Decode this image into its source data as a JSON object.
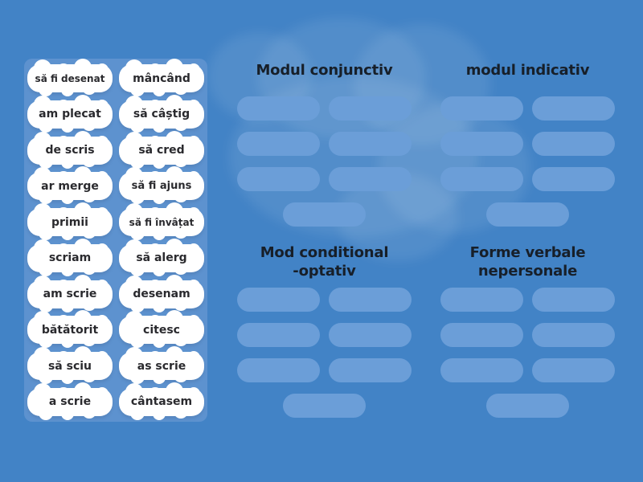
{
  "activity": {
    "type": "group-sort",
    "instructional_context": "Romanian verb moods sorting game"
  },
  "colors": {
    "sky": "#4283c6",
    "panel": "#5d92cf",
    "slot": "#6b9ed8",
    "tile": "#ffffff",
    "header_text": "#171f29",
    "tile_text": "#2a2a2e"
  },
  "word_bank": {
    "column1": [
      "să fi desenat",
      "am plecat",
      "de scris",
      "ar merge",
      "primii",
      "scriam",
      "am scrie",
      "bătătorit",
      "să sciu",
      "a scrie"
    ],
    "column2": [
      "mâncând",
      "să câștig",
      "să cred",
      "să fi ajuns",
      "să fi învâțat",
      "să alerg",
      "desenam",
      "citesc",
      "as scrie",
      "cântasem"
    ]
  },
  "groups": [
    {
      "id": "modul-conjunctiv",
      "title": "Modul conjunctiv",
      "title_lines": [
        "Modul conjunctiv"
      ],
      "slot_count": 7
    },
    {
      "id": "modul-indicativ",
      "title": "modul indicativ",
      "title_lines": [
        "modul indicativ"
      ],
      "slot_count": 7
    },
    {
      "id": "conditional-optativ",
      "title": "Mod conditional -optativ",
      "title_lines": [
        "Mod conditional",
        "-optativ"
      ],
      "slot_count": 7
    },
    {
      "id": "forme-nepersonale",
      "title": "Forme verbale nepersonale",
      "title_lines": [
        "Forme verbale",
        "nepersonale"
      ],
      "slot_count": 7
    }
  ]
}
